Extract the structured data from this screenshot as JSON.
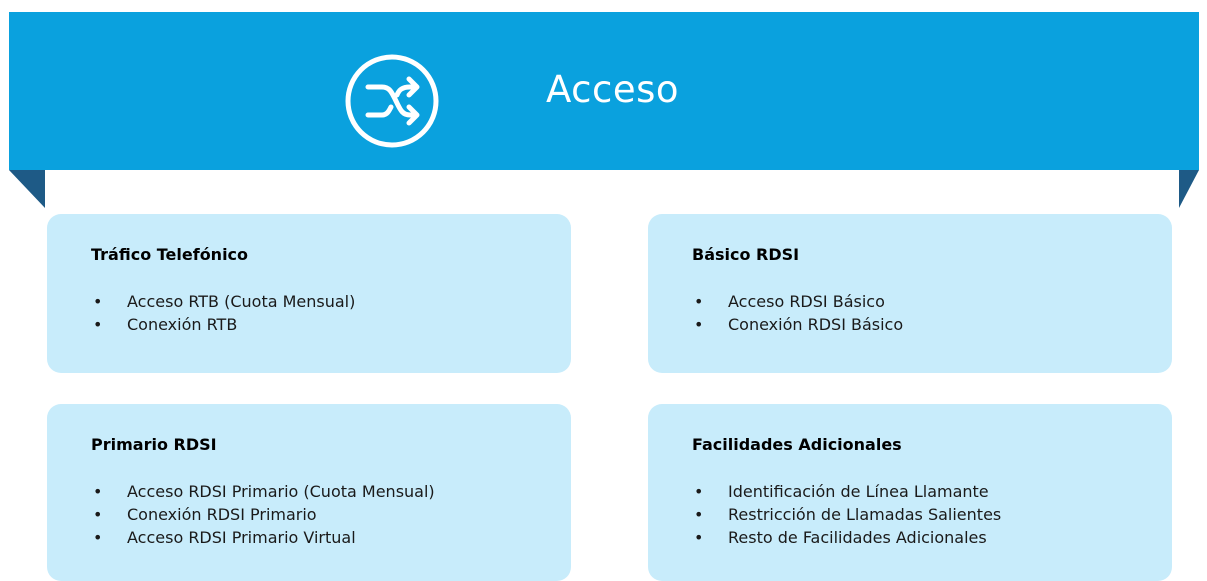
{
  "header": {
    "title": "Acceso",
    "icon": "shuffle-icon",
    "background_color": "#0aa1de",
    "fold_color": "#1e5a86"
  },
  "cards": [
    {
      "title": "Tráfico Telefónico",
      "items": [
        "Acceso RTB (Cuota Mensual)",
        "Conexión RTB"
      ]
    },
    {
      "title": "Básico RDSI",
      "items": [
        "Acceso RDSI Básico",
        "Conexión RDSI Básico"
      ]
    },
    {
      "title": "Primario RDSI",
      "items": [
        "Acceso RDSI Primario (Cuota Mensual)",
        "Conexión RDSI Primario",
        "Acceso RDSI Primario Virtual"
      ]
    },
    {
      "title": "Facilidades Adicionales",
      "items": [
        "Identificación de Línea Llamante",
        "Restricción de Llamadas Salientes",
        "Resto de Facilidades Adicionales"
      ]
    }
  ],
  "card_color": "#c8ecfb"
}
